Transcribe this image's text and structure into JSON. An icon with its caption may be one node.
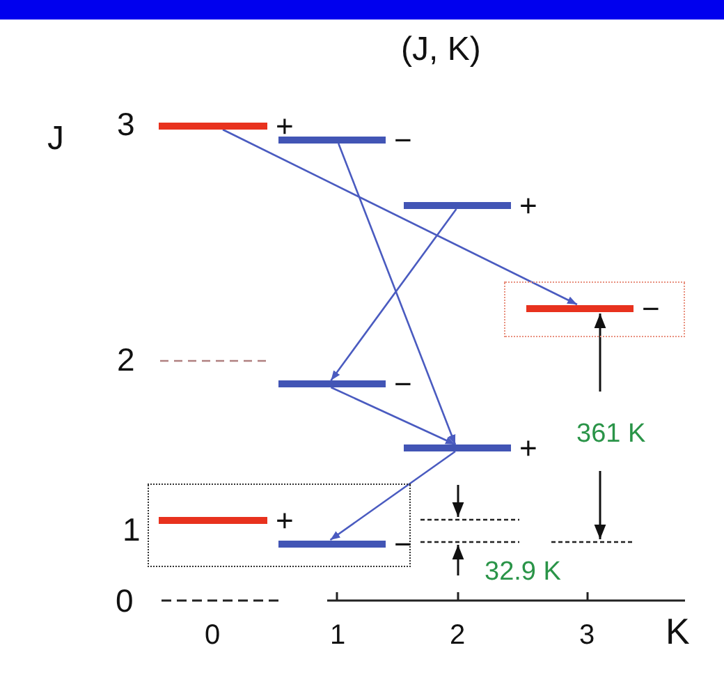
{
  "diagram": {
    "title": "(J, K)",
    "nodes": [
      {
        "text": [],
        "shape": "bar",
        "beside": [
          "+"
        ]
      },
      {
        "text": [],
        "shape": "bar",
        "beside": [
          "−"
        ]
      },
      {
        "text": [],
        "shape": "bar",
        "beside": [
          "+"
        ]
      },
      {
        "text": [],
        "shape": "box"
      },
      {
        "text": [],
        "shape": "bar",
        "beside": [
          "−"
        ],
        "in": 3
      },
      {
        "text": [],
        "shape": "bar",
        "beside": [
          "−"
        ]
      },
      {
        "text": [],
        "shape": "bar",
        "beside": [
          "+"
        ]
      },
      {
        "text": [],
        "shape": "box"
      },
      {
        "text": [],
        "shape": "bar",
        "beside": [
          "+"
        ],
        "in": 7
      },
      {
        "text": [],
        "shape": "bar",
        "beside": [
          "−"
        ],
        "in": 7
      }
    ],
    "edges": [
      {
        "from": 0,
        "to": 4,
        "arrow": "to"
      },
      {
        "from": 1,
        "to": 6,
        "arrow": "to"
      },
      {
        "from": 2,
        "to": 5,
        "arrow": "to"
      },
      {
        "from": 5,
        "to": 6,
        "arrow": "to"
      },
      {
        "from": 6,
        "to": 9,
        "arrow": "to"
      }
    ],
    "labels": [
      "J",
      "3",
      "2",
      "361 K",
      "1",
      "32.9 K",
      "0",
      "0",
      "1",
      "2",
      "3",
      "K"
    ]
  }
}
